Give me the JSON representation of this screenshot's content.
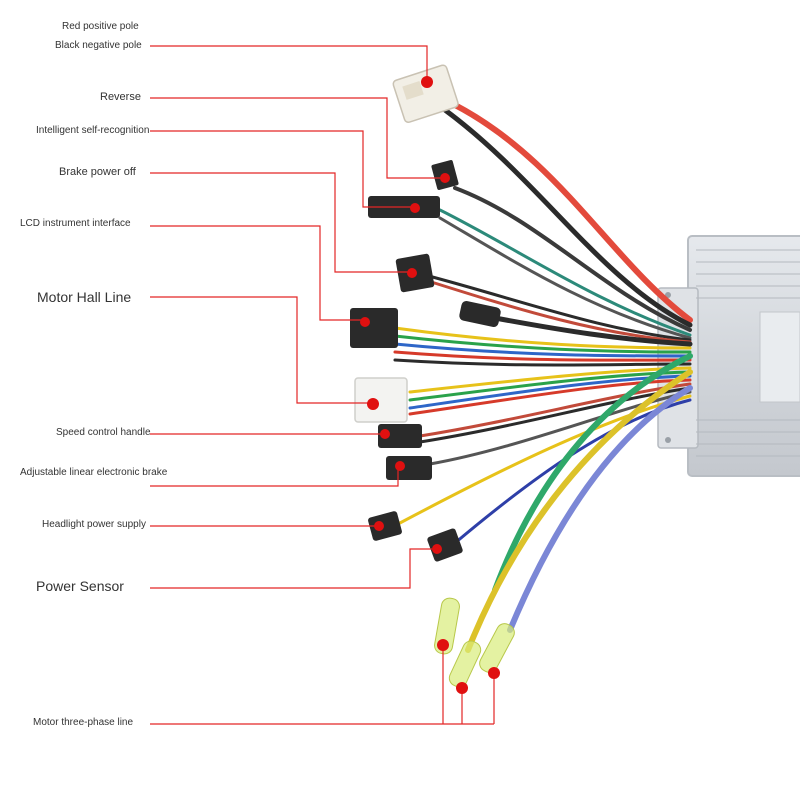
{
  "labels": {
    "red_positive": "Red positive pole",
    "black_negative": "Black negative pole",
    "reverse": "Reverse",
    "self_recognition": "Intelligent self-recognition",
    "brake_power_off": "Brake power off",
    "lcd_interface": "LCD instrument interface",
    "motor_hall_line": "Motor Hall Line",
    "speed_control": "Speed control handle",
    "linear_brake": "Adjustable linear electronic brake",
    "headlight": "Headlight power supply",
    "power_sensor": "Power Sensor",
    "three_phase": "Motor three-phase line"
  },
  "colors": {
    "leader": "#e32626",
    "marker": "#e01010",
    "controller": "#d7dbe0"
  }
}
